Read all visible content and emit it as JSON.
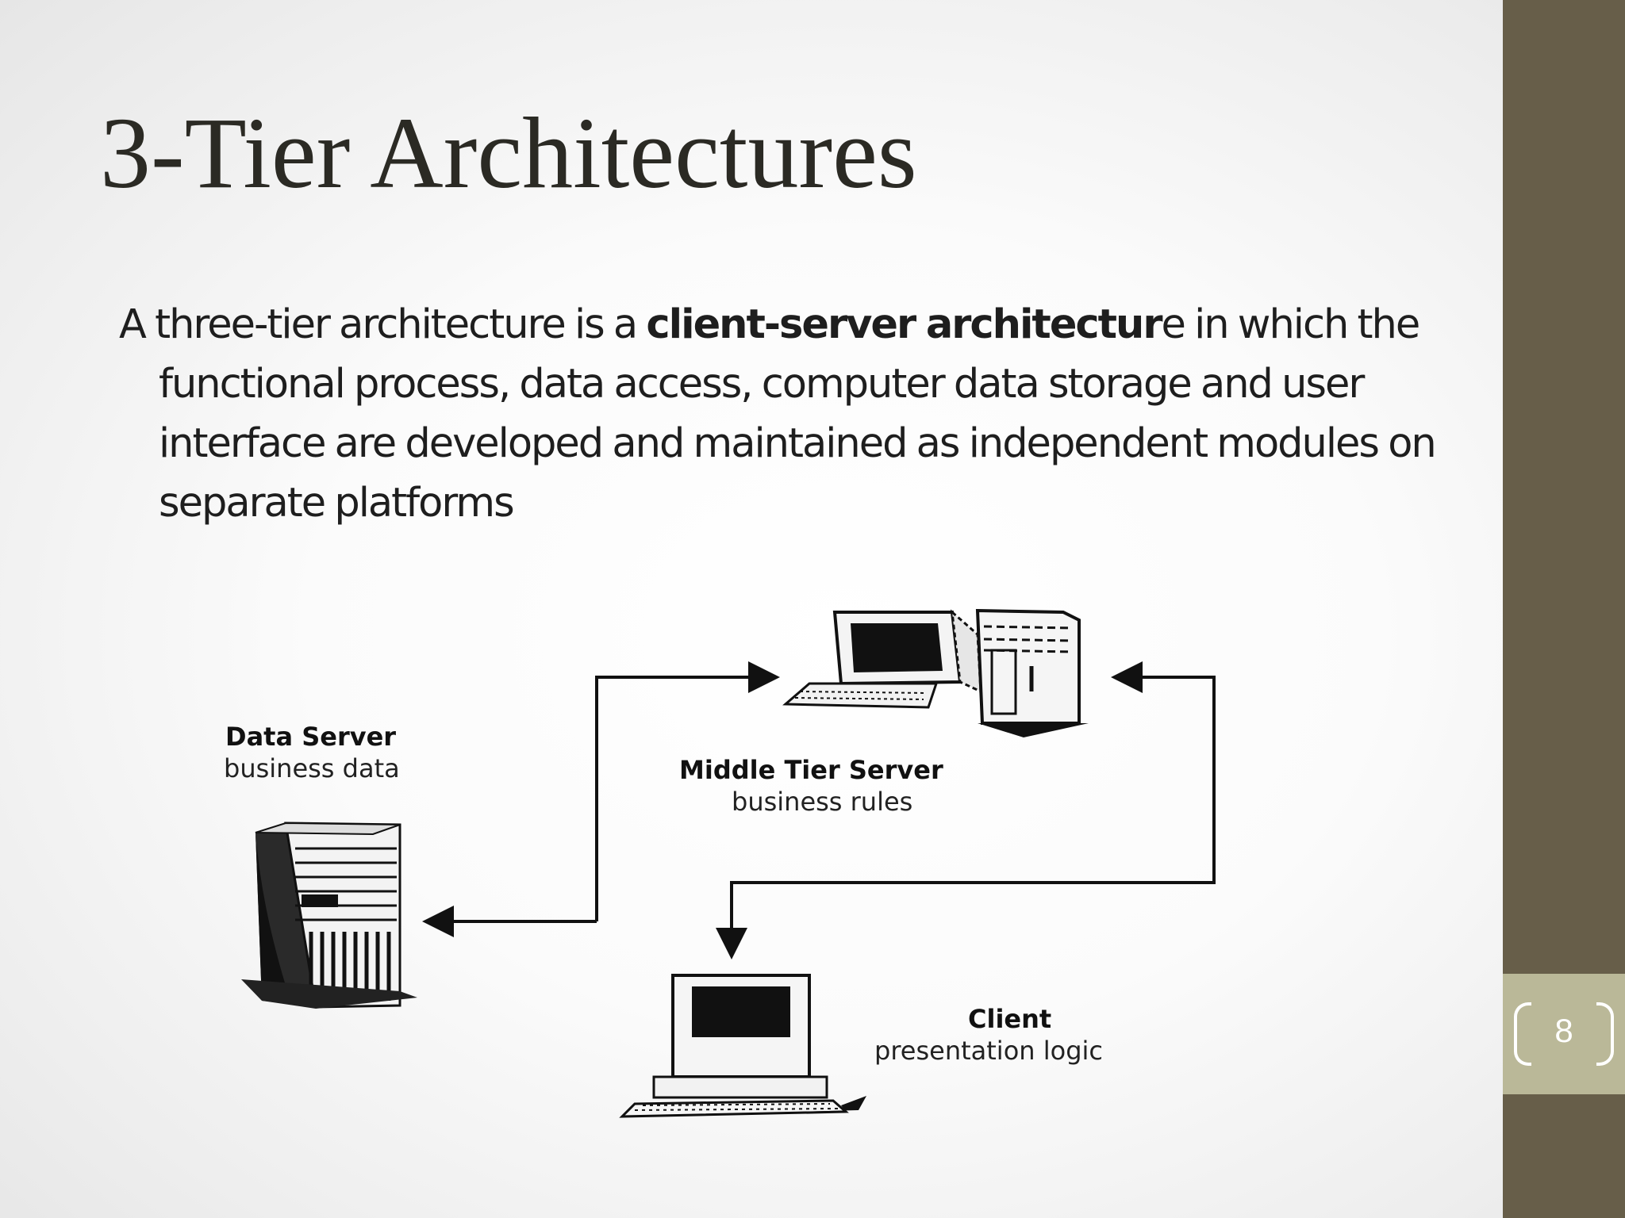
{
  "slide": {
    "title": "3-Tier Architectures",
    "body": {
      "part1": "A three-tier architecture is a ",
      "bold": "client-server architectur",
      "part2": "e in which the functional process, data access, computer data storage and user interface are developed and maintained as independent modules on separate platforms"
    },
    "page_number": "8"
  },
  "diagram": {
    "data_server": {
      "title": "Data Server",
      "subtitle": "business data",
      "icon": "server-tower-icon"
    },
    "middle_tier": {
      "title": "Middle Tier Server",
      "subtitle": "business rules",
      "icon": "workstation-with-server-icon"
    },
    "client": {
      "title": "Client",
      "subtitle": "presentation logic",
      "icon": "desktop-computer-icon"
    }
  },
  "colors": {
    "sidebar": "#675e49",
    "page_box": "#bab898",
    "title_text": "#2b2a24"
  }
}
